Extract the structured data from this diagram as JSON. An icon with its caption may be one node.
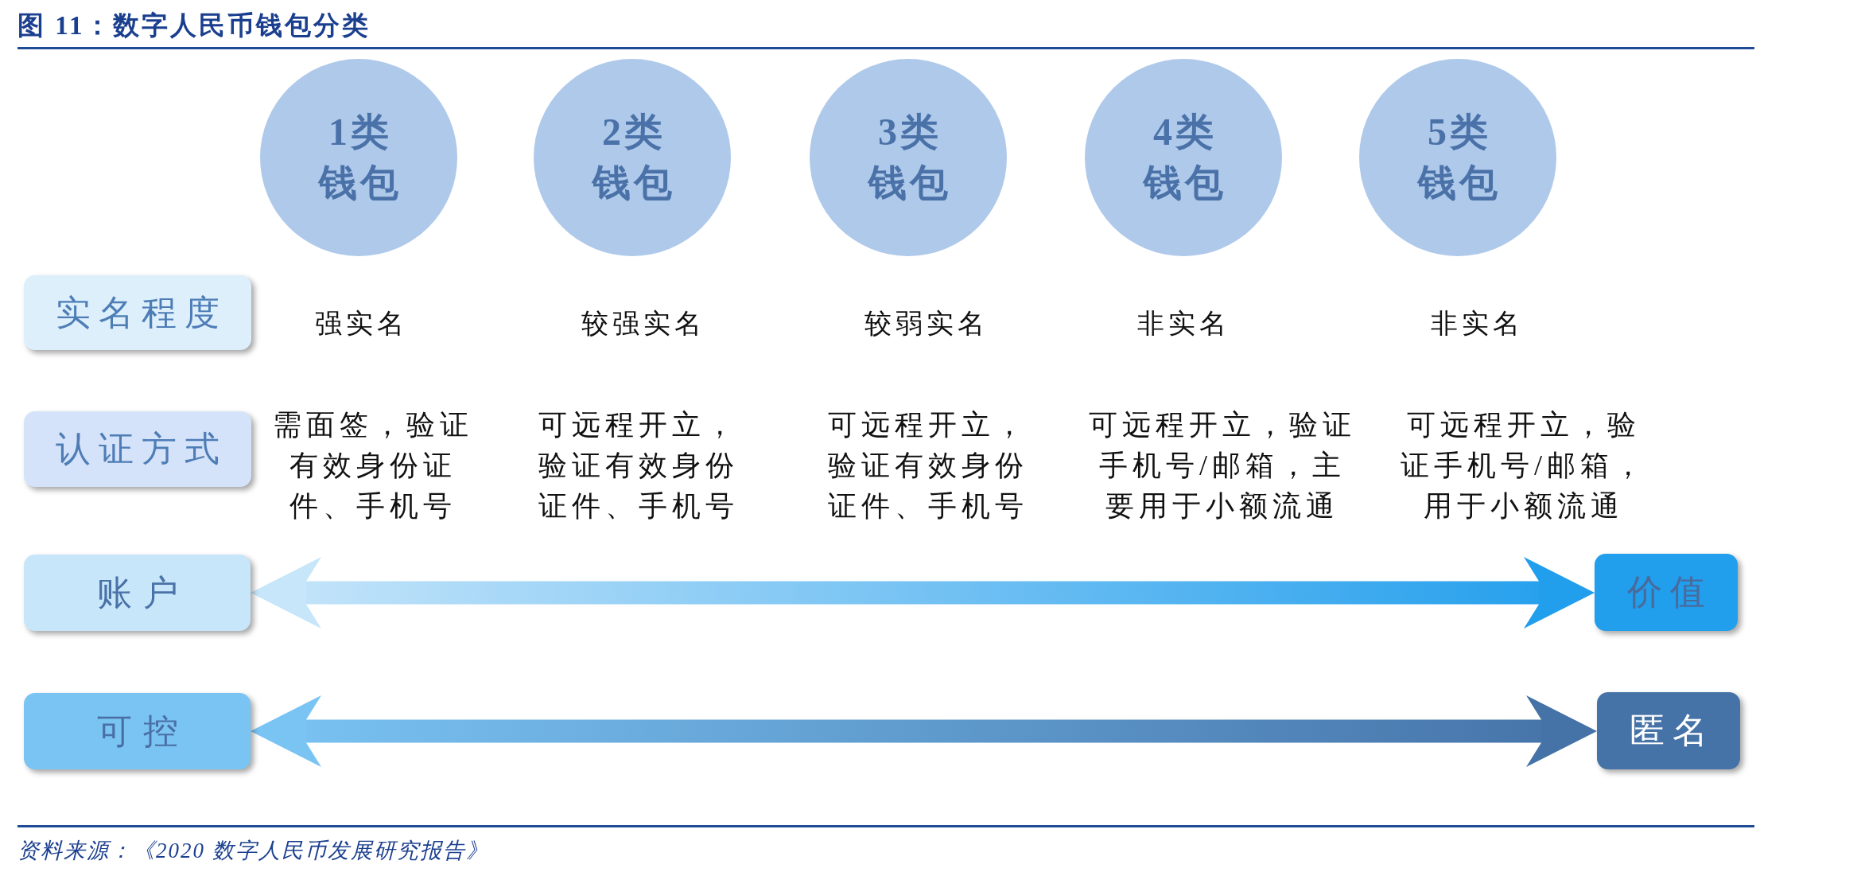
{
  "diagram": {
    "title": "图 11：数字人民币钱包分类",
    "nodes": [
      {
        "text": [
          "1类钱包"
        ]
      },
      {
        "text": [
          "2类钱包"
        ]
      },
      {
        "text": [
          "3类钱包"
        ]
      },
      {
        "text": [
          "4类钱包"
        ]
      },
      {
        "text": [
          "5类钱包"
        ]
      },
      {
        "text": [
          "实名程度"
        ]
      },
      {
        "text": [
          "认证方式"
        ]
      },
      {
        "text": [
          "账户"
        ]
      },
      {
        "text": [
          "价值"
        ]
      },
      {
        "text": [
          "可控"
        ]
      },
      {
        "text": [
          "匿名"
        ]
      }
    ],
    "edges": [
      {
        "from": 7,
        "to": 8,
        "arrow": "both"
      },
      {
        "from": 9,
        "to": 10,
        "arrow": "both"
      }
    ],
    "labels": [
      "强实名",
      "较强实名",
      "较弱实名",
      "非实名",
      "非实名",
      "需面签，验证有效身份证件、手机号",
      "可远程开立，验证有效身份证件、手机号",
      "可远程开立，验证有效身份证件、手机号",
      "可远程开立，验证手机号/邮箱，主要用于小额流通",
      "可远程开立，验证手机号/邮箱，用于小额流通"
    ],
    "caption": "资料来源：《2020 数字人民币发展研究报告》"
  }
}
